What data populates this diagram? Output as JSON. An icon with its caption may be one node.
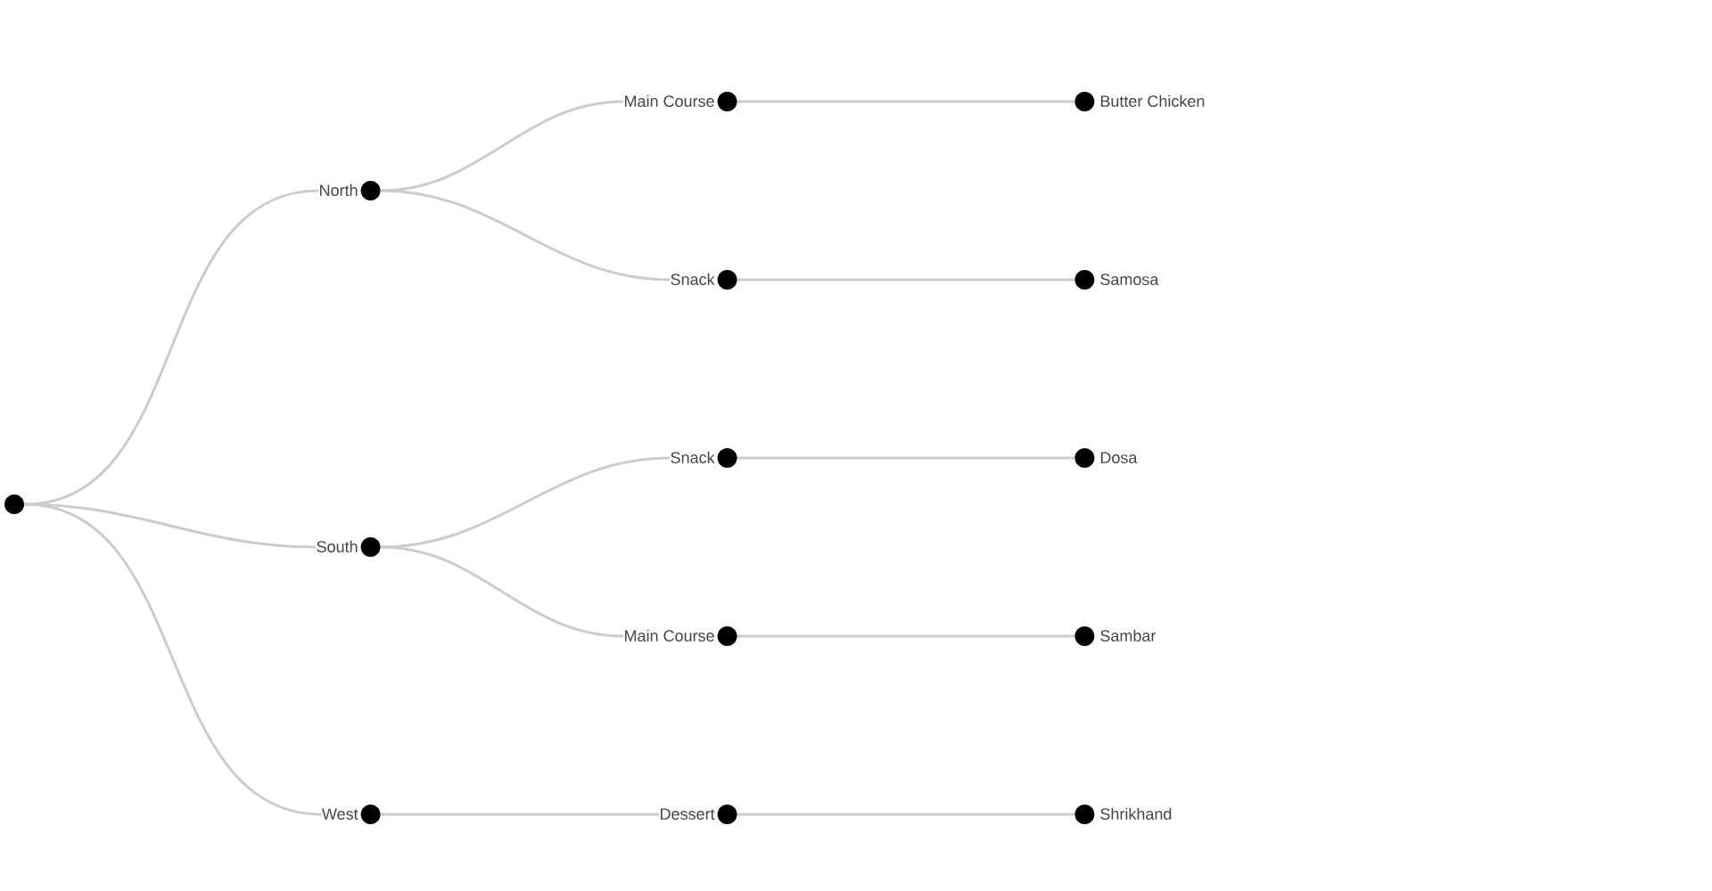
{
  "diagram": {
    "nodes": [
      {
        "text": [],
        "shape": "circle"
      },
      {
        "text": [
          "North"
        ]
      },
      {
        "text": [
          "South"
        ]
      },
      {
        "text": [
          "West"
        ]
      },
      {
        "text": [
          "Main Course"
        ]
      },
      {
        "text": [
          "Snack"
        ]
      },
      {
        "text": [
          "Snack"
        ]
      },
      {
        "text": [
          "Main Course"
        ]
      },
      {
        "text": [
          "Dessert"
        ]
      },
      {
        "text": [
          "Butter Chicken"
        ]
      },
      {
        "text": [
          "Samosa"
        ]
      },
      {
        "text": [
          "Dosa"
        ]
      },
      {
        "text": [
          "Sambar"
        ]
      },
      {
        "text": [
          "Shrikhand"
        ]
      }
    ],
    "edges": [
      {
        "from": 0,
        "to": 1,
        "arrow": "none"
      },
      {
        "from": 0,
        "to": 2,
        "arrow": "none"
      },
      {
        "from": 0,
        "to": 3,
        "arrow": "none"
      },
      {
        "from": 1,
        "to": 4,
        "arrow": "none"
      },
      {
        "from": 1,
        "to": 5,
        "arrow": "none"
      },
      {
        "from": 2,
        "to": 6,
        "arrow": "none"
      },
      {
        "from": 2,
        "to": 7,
        "arrow": "none"
      },
      {
        "from": 3,
        "to": 8,
        "arrow": "none"
      },
      {
        "from": 4,
        "to": 9,
        "arrow": "none"
      },
      {
        "from": 5,
        "to": 10,
        "arrow": "none"
      },
      {
        "from": 6,
        "to": 11,
        "arrow": "none"
      },
      {
        "from": 7,
        "to": 12,
        "arrow": "none"
      },
      {
        "from": 8,
        "to": 13,
        "arrow": "none"
      }
    ]
  }
}
